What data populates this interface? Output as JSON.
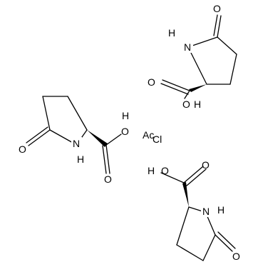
{
  "diagram": {
    "molecules": [
      {
        "name": "upper-right-pyroglutamic-acid",
        "labels": {
          "ring_N": "N",
          "ring_H": "H",
          "ketone_O": "O",
          "acid_O_double": "O",
          "acid_O": "O",
          "acid_H": "H"
        }
      },
      {
        "name": "left-pyroglutamic-acid",
        "labels": {
          "ring_N": "N",
          "ring_H": "H",
          "ketone_O": "O",
          "acid_O_double": "O",
          "acid_O": "O",
          "acid_H": "H"
        }
      },
      {
        "name": "lower-right-pyroglutamic-acid",
        "labels": {
          "ring_N": "N",
          "ring_H": "H",
          "ketone_O": "O",
          "acid_O_double": "O",
          "acid_O": "O",
          "acid_H": "H"
        }
      }
    ],
    "counterion": {
      "metal": "Ac",
      "halide": "Cl"
    }
  }
}
